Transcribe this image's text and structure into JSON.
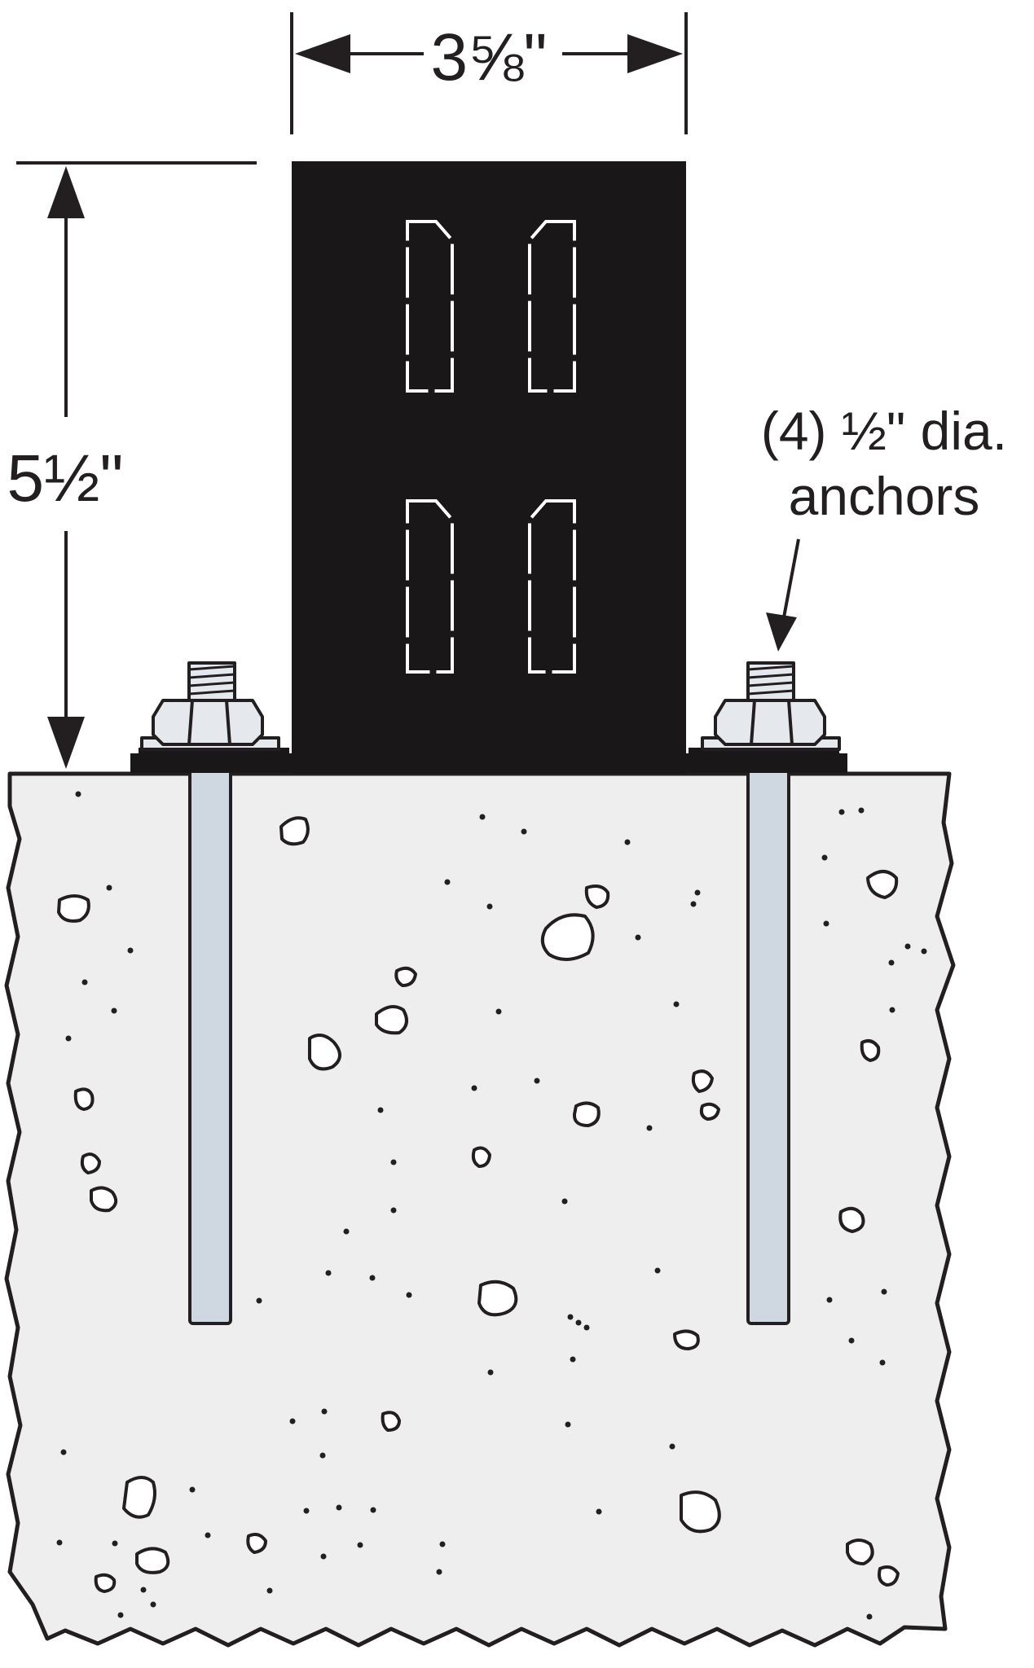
{
  "dimensions": {
    "width_label": "3⅝\"",
    "height_label": "5½\""
  },
  "callout": {
    "line1": "(4) ½\" dia.",
    "line2": "anchors"
  },
  "colors": {
    "ink": "#231f20",
    "concrete": "#eeeeee",
    "steel": "#cfd8e1",
    "hardware": "#e5e8ec",
    "bracket": "#1a1718"
  }
}
